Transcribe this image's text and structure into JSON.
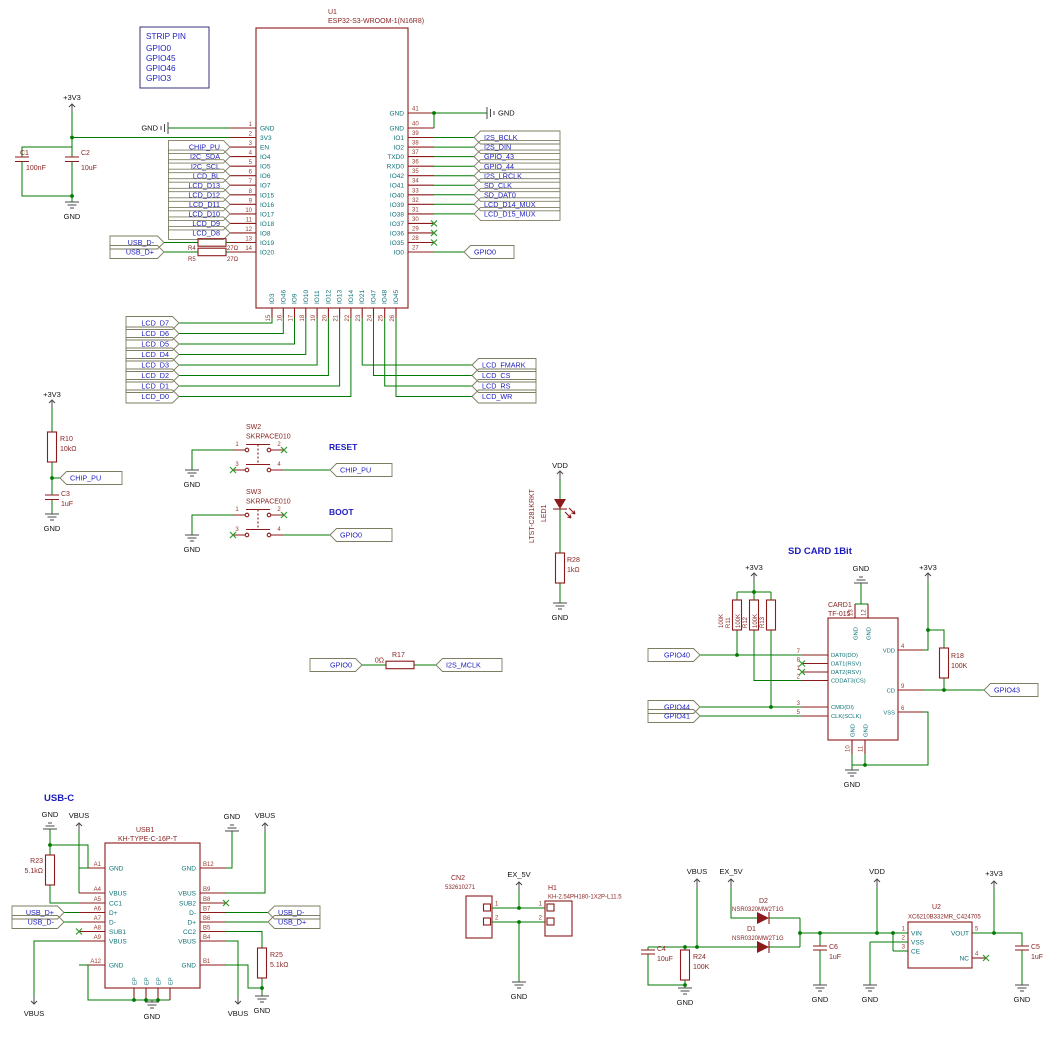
{
  "nets": {
    "gnd": "GND",
    "p3v3": "+3V3",
    "vdd": "VDD",
    "vbus": "VBUS",
    "ex5v": "EX_5V"
  },
  "titles": {
    "usb": "USB-C",
    "sd": "SD CARD 1Bit",
    "reset": "RESET",
    "boot": "BOOT"
  },
  "strip_pin": {
    "title": "STRIP PIN",
    "items": [
      "GPIO0",
      "GPIO45",
      "GPIO46",
      "GPIO3"
    ]
  },
  "labels": {
    "chip_pu": "CHIP_PU",
    "gpio0": "GPIO0",
    "i2s_mclk": "I2S_MCLK",
    "gpio40": "GPIO40",
    "gpio41": "GPIO41",
    "gpio43": "GPIO43",
    "gpio44": "GPIO44",
    "usb_dp": "USB_D+",
    "usb_dm": "USB_D-"
  },
  "left_labels": [
    "CHIP_PU",
    "I2C_SDA",
    "I2C_SCL",
    "LCD_BL",
    "LCD_D13",
    "LCD_D12",
    "LCD_D11",
    "LCD_D10",
    "LCD_D9",
    "LCD_D8"
  ],
  "right_labels": [
    "I2S_BCLK",
    "I2S_DIN",
    "GPIO_43",
    "GPIO_44",
    "I2S_LRCLK",
    "SD_CLK",
    "SD_DAT0",
    "LCD_D14_MUX",
    "LCD_D15_MUX"
  ],
  "lcd_left": [
    "LCD_D7",
    "LCD_D6",
    "LCD_D5",
    "LCD_D4",
    "LCD_D3",
    "LCD_D2",
    "LCD_D1",
    "LCD_D0"
  ],
  "lcd_right": [
    "LCD_FMARK",
    "LCD_CS",
    "LCD_RS",
    "LCD_WR"
  ],
  "u1": {
    "ref": "U1",
    "value": "ESP32-S3-WROOM-1(N16R8)",
    "left_pins": [
      {
        "n": "1",
        "name": "GND"
      },
      {
        "n": "2",
        "name": "3V3"
      },
      {
        "n": "3",
        "name": "EN"
      },
      {
        "n": "4",
        "name": "IO4"
      },
      {
        "n": "5",
        "name": "IO5"
      },
      {
        "n": "6",
        "name": "IO6"
      },
      {
        "n": "7",
        "name": "IO7"
      },
      {
        "n": "8",
        "name": "IO15"
      },
      {
        "n": "9",
        "name": "IO16"
      },
      {
        "n": "10",
        "name": "IO17"
      },
      {
        "n": "11",
        "name": "IO18"
      },
      {
        "n": "12",
        "name": "IO8"
      },
      {
        "n": "13",
        "name": "IO19"
      },
      {
        "n": "14",
        "name": "IO20"
      }
    ],
    "right_pins": [
      {
        "n": "41",
        "name": "GND"
      },
      {
        "n": "40",
        "name": "GND"
      },
      {
        "n": "39",
        "name": "IO1"
      },
      {
        "n": "38",
        "name": "IO2"
      },
      {
        "n": "37",
        "name": "TXD0"
      },
      {
        "n": "36",
        "name": "RXD0"
      },
      {
        "n": "35",
        "name": "IO42"
      },
      {
        "n": "34",
        "name": "IO41"
      },
      {
        "n": "33",
        "name": "IO40"
      },
      {
        "n": "32",
        "name": "IO39"
      },
      {
        "n": "31",
        "name": "IO38"
      },
      {
        "n": "30",
        "name": "IO37"
      },
      {
        "n": "29",
        "name": "IO36"
      },
      {
        "n": "28",
        "name": "IO35"
      },
      {
        "n": "27",
        "name": "IO0"
      }
    ],
    "bottom_pins": [
      {
        "n": "15",
        "name": "IO3"
      },
      {
        "n": "16",
        "name": "IO46"
      },
      {
        "n": "17",
        "name": "IO9"
      },
      {
        "n": "18",
        "name": "IO10"
      },
      {
        "n": "19",
        "name": "IO11"
      },
      {
        "n": "20",
        "name": "IO12"
      },
      {
        "n": "21",
        "name": "IO13"
      },
      {
        "n": "22",
        "name": "IO14"
      },
      {
        "n": "23",
        "name": "IO21"
      },
      {
        "n": "24",
        "name": "IO47"
      },
      {
        "n": "25",
        "name": "IO48"
      },
      {
        "n": "26",
        "name": "IO45"
      }
    ]
  },
  "components": {
    "c1": {
      "ref": "C1",
      "value": "100nF"
    },
    "c2": {
      "ref": "C2",
      "value": "10uF"
    },
    "c3": {
      "ref": "C3",
      "value": "1uF"
    },
    "c4": {
      "ref": "C4",
      "value": "10uF"
    },
    "c5": {
      "ref": "C5",
      "value": "1uF"
    },
    "c6": {
      "ref": "C6",
      "value": "1uF"
    },
    "r4": {
      "ref": "R4",
      "value": "27Ω"
    },
    "r5": {
      "ref": "R5",
      "value": "27Ω"
    },
    "r10": {
      "ref": "R10",
      "value": "10kΩ"
    },
    "r11": {
      "ref": "R11",
      "value": "100K"
    },
    "r12": {
      "ref": "R12",
      "value": "100K"
    },
    "r13": {
      "ref": "R13",
      "value": "100K"
    },
    "r17": {
      "ref": "R17",
      "value": "0Ω"
    },
    "r18": {
      "ref": "R18",
      "value": "100K"
    },
    "r23": {
      "ref": "R23",
      "value": "5.1kΩ"
    },
    "r24": {
      "ref": "R24",
      "value": "100K"
    },
    "r25": {
      "ref": "R25",
      "value": "5.1kΩ"
    },
    "r28": {
      "ref": "R28",
      "value": "1kΩ"
    },
    "led1": {
      "ref": "LED1",
      "value": "LTST-C281KRKT"
    },
    "d1": {
      "ref": "D1",
      "value": "NSR0320MW2T1G"
    },
    "d2": {
      "ref": "D2",
      "value": "NSR0320MW2T1G"
    },
    "sw2": {
      "ref": "SW2",
      "value": "SKRPACE010",
      "pins": [
        "1",
        "2",
        "3",
        "4"
      ]
    },
    "sw3": {
      "ref": "SW3",
      "value": "SKRPACE010",
      "pins": [
        "1",
        "2",
        "3",
        "4"
      ]
    },
    "cn2": {
      "ref": "CN2",
      "value": "532610271",
      "pins": [
        "1",
        "2"
      ]
    },
    "h1": {
      "ref": "H1",
      "value": "KH-2.54PH180-1X2P-L11.5",
      "pins": [
        "1",
        "2"
      ]
    },
    "u2": {
      "ref": "U2",
      "value": "XC6210B332MR_C424705",
      "left_pins": [
        {
          "n": "1",
          "name": "VIN"
        },
        {
          "n": "2",
          "name": "VSS"
        },
        {
          "n": "3",
          "name": "CE"
        }
      ],
      "right_pins": [
        {
          "n": "5",
          "name": "VOUT"
        },
        {
          "n": "4",
          "name": "NC"
        }
      ]
    },
    "card1": {
      "ref": "CARD1",
      "value": "TF-015",
      "left_pins": [
        {
          "n": "7",
          "name": "DAT0(DO)"
        },
        {
          "n": "8",
          "name": "DAT1(RSV)"
        },
        {
          "n": "1",
          "name": "DAT2(RSV)"
        },
        {
          "n": "2",
          "name": "CDDAT3(CS)"
        },
        {
          "n": "3",
          "name": "CMD(DI)"
        },
        {
          "n": "5",
          "name": "CLK(SCLK)"
        }
      ],
      "right_pins": [
        {
          "n": "4",
          "name": "VDD"
        },
        {
          "n": "9",
          "name": "CD"
        },
        {
          "n": "6",
          "name": "VSS"
        }
      ],
      "top_pins": [
        {
          "n": "13",
          "name": "GND"
        },
        {
          "n": "12",
          "name": "GND"
        }
      ],
      "bottom_pins": [
        {
          "n": "10",
          "name": "GND"
        },
        {
          "n": "11",
          "name": "GND"
        }
      ]
    },
    "usb1": {
      "ref": "USB1",
      "value": "KH-TYPE-C-16P-T",
      "left_pins": [
        {
          "n": "A1",
          "name": "GND"
        },
        {
          "n": "A4",
          "name": "VBUS"
        },
        {
          "n": "A5",
          "name": "CC1"
        },
        {
          "n": "A6",
          "name": "D+"
        },
        {
          "n": "A7",
          "name": "D-"
        },
        {
          "n": "A8",
          "name": "SUB1"
        },
        {
          "n": "A9",
          "name": "VBUS"
        },
        {
          "n": "A12",
          "name": "GND"
        }
      ],
      "right_pins": [
        {
          "n": "B12",
          "name": "GND"
        },
        {
          "n": "B9",
          "name": "VBUS"
        },
        {
          "n": "B8",
          "name": "SUB2"
        },
        {
          "n": "B7",
          "name": "D-"
        },
        {
          "n": "B6",
          "name": "D+"
        },
        {
          "n": "B5",
          "name": "CC2"
        },
        {
          "n": "B4",
          "name": "VBUS"
        },
        {
          "n": "B1",
          "name": "GND"
        }
      ],
      "ep_pins": [
        "EP",
        "EP",
        "EP",
        "EP"
      ]
    }
  }
}
